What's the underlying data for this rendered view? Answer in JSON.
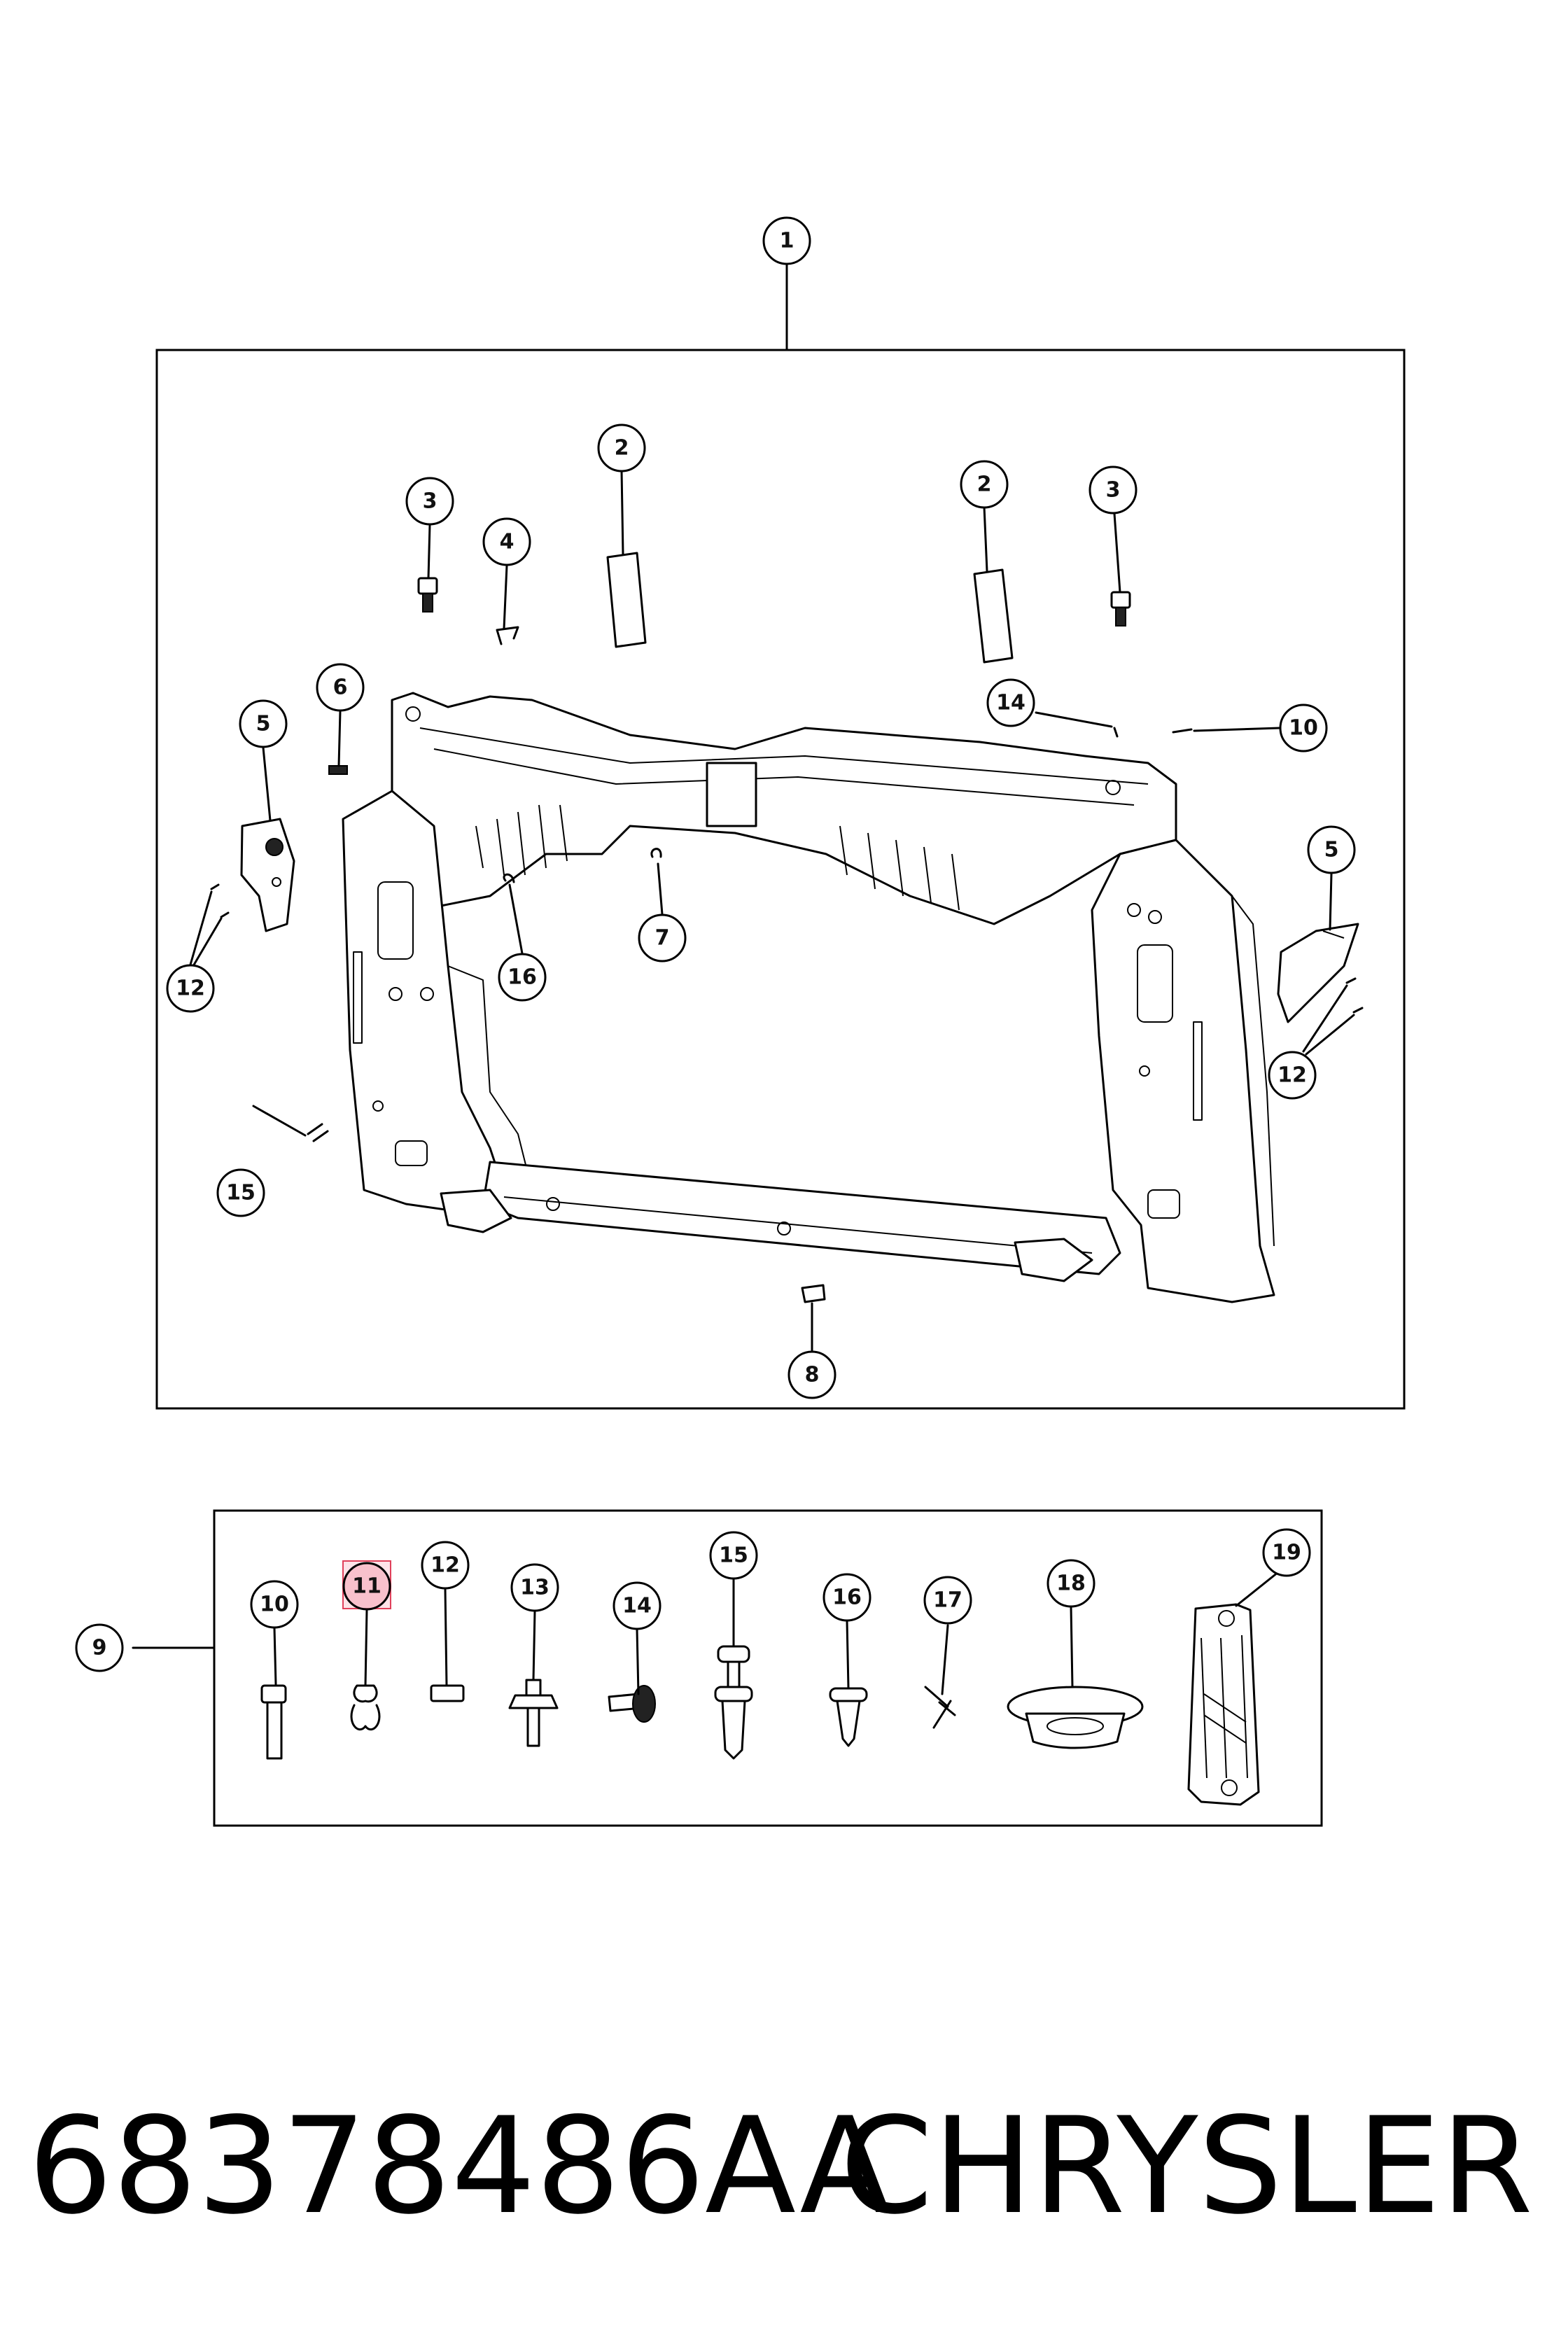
{
  "callouts": {
    "c1": "1",
    "c2a": "2",
    "c2b": "2",
    "c3a": "3",
    "c3b": "3",
    "c4": "4",
    "c5a": "5",
    "c5b": "5",
    "c6": "6",
    "c7": "7",
    "c8": "8",
    "c9": "9",
    "c10a": "10",
    "c10b": "10",
    "c11": "11",
    "c12a": "12",
    "c12b": "12",
    "c12c": "12",
    "c13": "13",
    "c14a": "14",
    "c14b": "14",
    "c15a": "15",
    "c15b": "15",
    "c16a": "16",
    "c16b": "16",
    "c17": "17",
    "c18": "18",
    "c19": "19"
  },
  "highlight": {
    "callout": "11",
    "color": "#f4a6b4"
  },
  "footer": {
    "part_number": "68378486AA",
    "brand": "CHRYSLER"
  }
}
